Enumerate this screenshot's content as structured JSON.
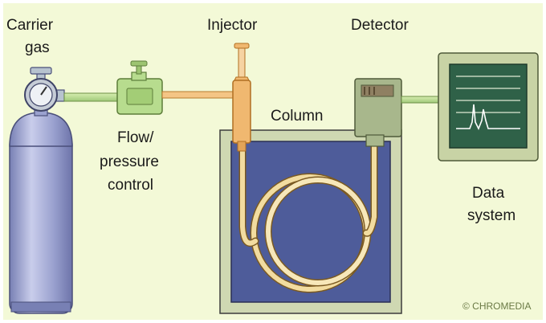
{
  "labels": {
    "carrier_gas": [
      "Carrier",
      "gas"
    ],
    "injector": "Injector",
    "detector": "Detector",
    "column": "Column",
    "flow_control": [
      "Flow/",
      "pressure",
      "control"
    ],
    "data_system": [
      "Data",
      "system"
    ]
  },
  "copyright": "© CHROMEDIA",
  "colors": {
    "background": "#f3f9d7",
    "cylinder": "#9aa1cf",
    "oven_frame": "#cfd8b2",
    "oven_interior": "#4e5c9a",
    "column_coil": "#f2dca0",
    "injector": "#f0b870",
    "detector": "#a8b78c",
    "flow_valve": "#b7dc8e",
    "monitor_frame": "#c8d3a5",
    "monitor_screen": "#2f6148"
  },
  "icons": [
    "pressure-gauge-icon",
    "valve-handle-icon",
    "syringe-icon",
    "chromatogram-trace-icon"
  ]
}
